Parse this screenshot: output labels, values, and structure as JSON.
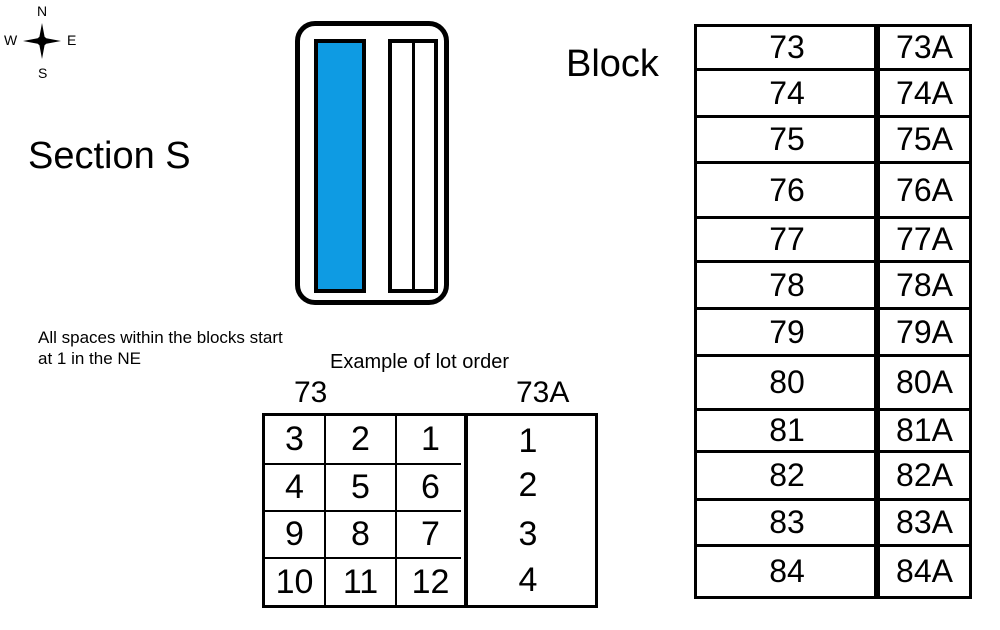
{
  "compass": {
    "icon": "compass-rose-icon",
    "north": "N",
    "south": "S",
    "east": "E",
    "west": "W"
  },
  "section_label": "Section S",
  "block_label": "Block",
  "colors": {
    "highlight_block": "#0e9be3",
    "ink": "#000000",
    "background": "#ffffff"
  },
  "blocks": [
    {
      "main": "73",
      "alt": "73A"
    },
    {
      "main": "74",
      "alt": "74A"
    },
    {
      "main": "75",
      "alt": "75A"
    },
    {
      "main": "76",
      "alt": "76A"
    },
    {
      "main": "77",
      "alt": "77A"
    },
    {
      "main": "78",
      "alt": "78A"
    },
    {
      "main": "79",
      "alt": "79A"
    },
    {
      "main": "80",
      "alt": "80A"
    },
    {
      "main": "81",
      "alt": "81A"
    },
    {
      "main": "82",
      "alt": "82A"
    },
    {
      "main": "83",
      "alt": "83A"
    },
    {
      "main": "84",
      "alt": "84A"
    }
  ],
  "note": "All spaces within the blocks start at 1 in the NE",
  "example": {
    "title": "Example of lot order",
    "left_label": "73",
    "right_label": "73A",
    "left_rows": [
      [
        "3",
        "2",
        "1"
      ],
      [
        "4",
        "5",
        "6"
      ],
      [
        "9",
        "8",
        "7"
      ],
      [
        "10",
        "11",
        "12"
      ]
    ],
    "right_rows": [
      "1",
      "2",
      "3",
      "4"
    ]
  }
}
